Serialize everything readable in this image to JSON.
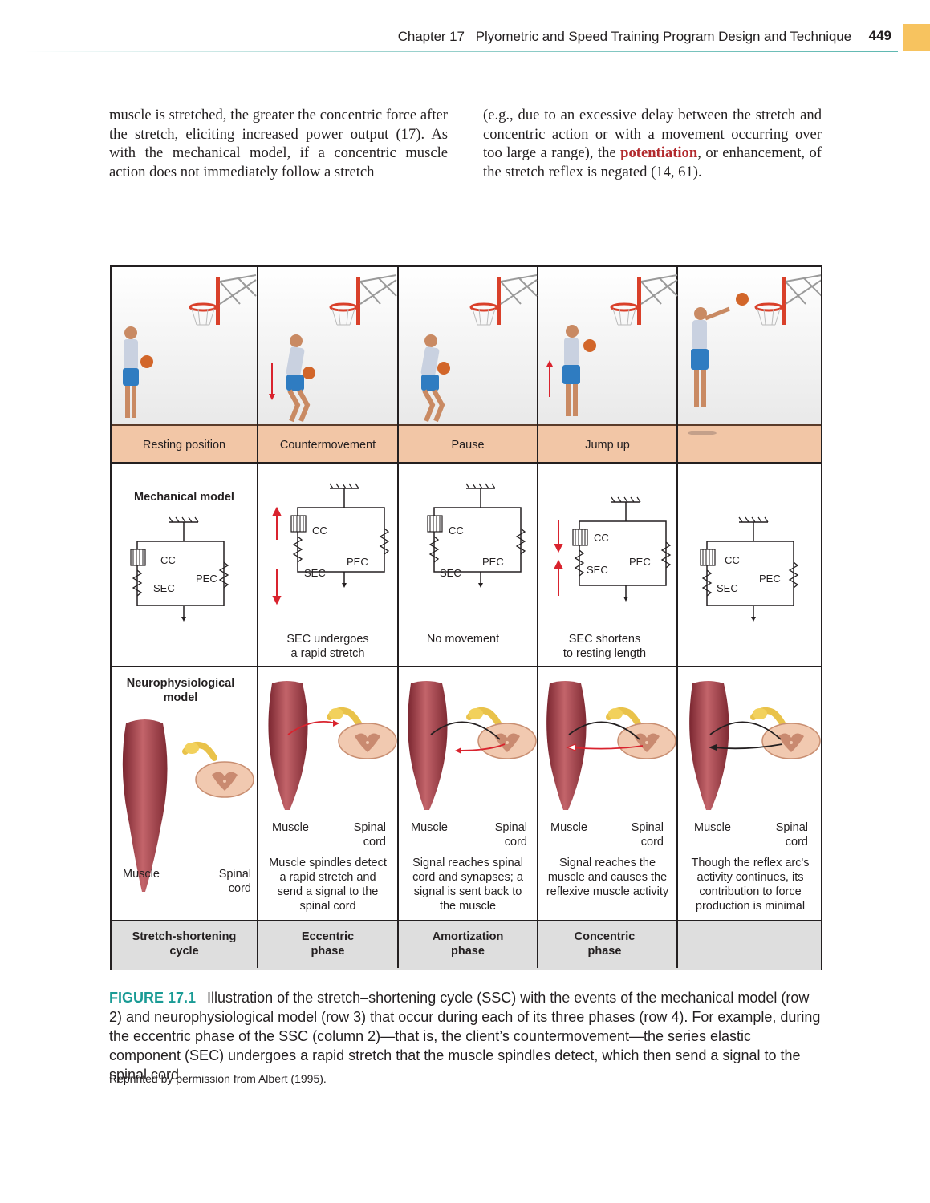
{
  "header": {
    "chapter": "Chapter 17",
    "title": "Plyometric and Speed Training Program Design and Technique",
    "page_number": "449"
  },
  "body": {
    "left_column": "muscle is stretched, the greater the concentric force after the stretch, eliciting increased power output (17). As with the mechanical model, if a concentric muscle action does not immediately follow a stretch",
    "right_column_before": "(e.g., due to an excessive delay between the stretch and concentric action or with a movement occurring over too large a range), the ",
    "right_column_keyterm": "potentiation",
    "right_column_after": ", or enhancement, of the stretch reflex is negated (14, 61)."
  },
  "figure": {
    "positions": [
      "Resting position",
      "Countermovement",
      "Pause",
      "Jump up",
      ""
    ],
    "mechanical_model_title": "Mechanical model",
    "component_labels": {
      "cc": "CC",
      "sec": "SEC",
      "pec": "PEC"
    },
    "mechanical_notes": [
      "",
      "SEC undergoes\na rapid stretch",
      "No movement",
      "SEC shortens\nto resting length",
      ""
    ],
    "neuro_model_title": "Neurophysiological\nmodel",
    "muscle_label": "Muscle",
    "spinal_label": "Spinal\ncord",
    "neuro_notes": [
      "",
      "Muscle spindles detect\na rapid stretch and\nsend a signal to the\nspinal cord",
      "Signal reaches spinal\ncord and synapses; a\nsignal is sent back to\nthe muscle",
      "Signal reaches the\nmuscle and causes the\nreflexive muscle activity",
      "Though the reflex arc's\nactivity continues, its\ncontribution to force\nproduction is minimal"
    ],
    "phases": [
      "Stretch-shortening\ncycle",
      "Eccentric\nphase",
      "Amortization\nphase",
      "Concentric\nphase",
      ""
    ]
  },
  "caption": {
    "label": "FIGURE 17.1",
    "text": "Illustration of the stretch–shortening cycle (SSC) with the events of the mechanical model (row 2) and neurophysiological model (row 3) that occur during each of its three phases (row 4). For example, during the eccentric phase of the SSC (column 2)—that is, the client’s countermovement—the series elastic component (SEC) undergoes a rapid stretch that the muscle spindles detect, which then send a signal to the spinal cord."
  },
  "credit": "Reprinted by permission from Albert (1995).",
  "colors": {
    "accent_teal": "#1a9b95",
    "keyterm_red": "#b22a2e",
    "tab_yellow": "#f7c35f",
    "floor_band": "#f2c6a6",
    "phase_band": "#dedede",
    "muscle": "#a9444a",
    "ball": "#d2662a",
    "shorts": "#2f7cc1"
  }
}
